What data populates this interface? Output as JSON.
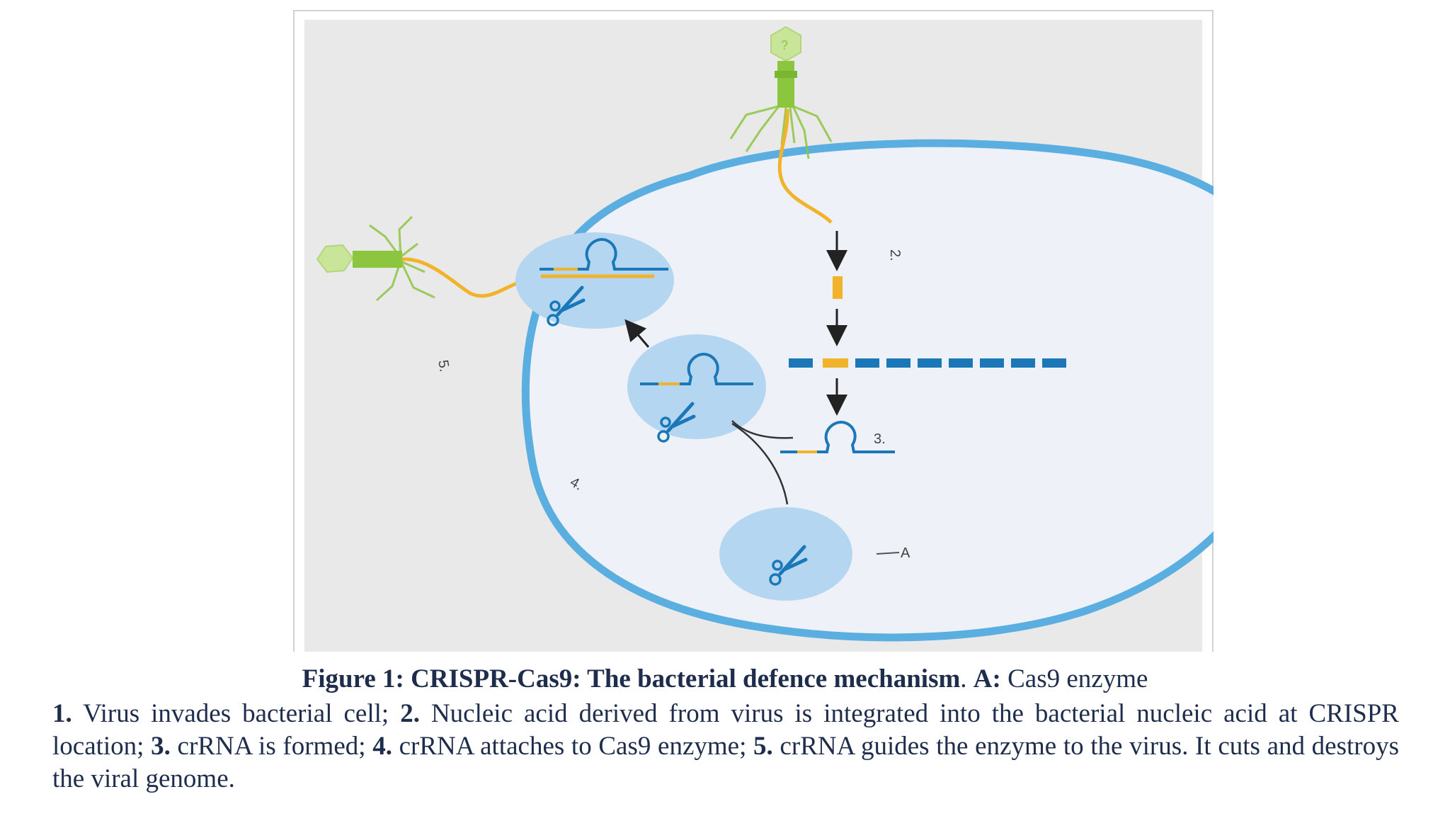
{
  "figure": {
    "labels": {
      "step2": "2.",
      "step3": "3.",
      "step4": "4.",
      "step5": "5.",
      "enzyme": "A"
    },
    "colors": {
      "cell_membrane": "#5aaee0",
      "cytoplasm": "#eef1f7",
      "panel_background": "#e9e9ea",
      "blob": "#b5d6f0",
      "dna_blue": "#1a78b8",
      "dna_orange": "#f0b32a",
      "virus_green": "#8cc63f",
      "virus_head": "#c9e59a"
    },
    "icons": [
      "bacteriophage-icon",
      "scissors-icon",
      "crrna-hairpin-icon",
      "arrow-icon"
    ]
  },
  "caption": {
    "title_bold": "Figure 1:  CRISPR-Cas9: The bacterial defence mechanism",
    "title_period": ". ",
    "title_a_bold": "A:",
    "title_a_text": " Cas9 enzyme",
    "items": [
      {
        "num": "1.",
        "text": " Virus invades bacterial cell; "
      },
      {
        "num": "2.",
        "text": " Nucleic acid derived from virus is integrated into the bacterial nucleic acid at CRISPR location; "
      },
      {
        "num": "3.",
        "text": " crRNA is formed; "
      },
      {
        "num": "4.",
        "text": " crRNA attaches to Cas9 enzyme; "
      },
      {
        "num": "5.",
        "text": " crRNA guides the enzyme to the virus. It cuts and destroys the viral genome."
      }
    ]
  }
}
